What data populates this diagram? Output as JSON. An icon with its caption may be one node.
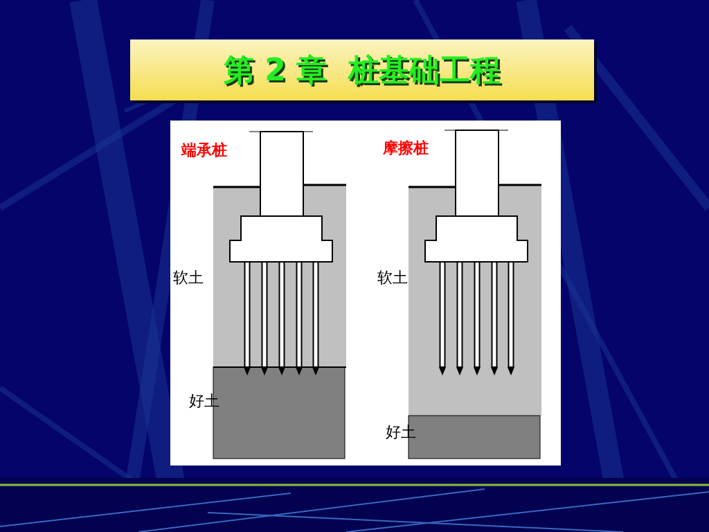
{
  "diagram": {
    "title": "第 2 章  桩基础工程",
    "labels": [
      "端承桩",
      "摩擦桩",
      "软土",
      "软土",
      "好土",
      "好土"
    ]
  }
}
